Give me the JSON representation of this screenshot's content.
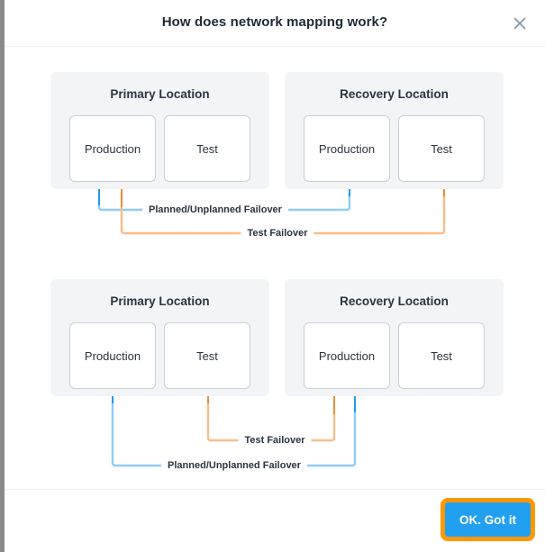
{
  "dialog": {
    "title": "How does network mapping work?",
    "close_icon": "close-icon"
  },
  "footer": {
    "ok_label": "OK. Got it"
  },
  "colors": {
    "blue_strong": "#1e9af0",
    "blue_light": "#8ecdf6",
    "orange_strong": "#f08a32",
    "orange_light": "#f8bd8a",
    "panel_bg": "#f3f4f6",
    "node_border": "#c9cfd8",
    "accent_button": "#21a0f0",
    "focus_ring": "#ff9800"
  },
  "diagrams": [
    {
      "id": "failover",
      "panels": [
        {
          "id": "primary",
          "title": "Primary Location",
          "nodes": [
            "Production",
            "Test"
          ]
        },
        {
          "id": "recovery",
          "title": "Recovery Location",
          "nodes": [
            "Production",
            "Test"
          ]
        }
      ],
      "connections": [
        {
          "label": "Planned/Unplanned Failover",
          "color": "blue",
          "from": "primary.Production",
          "to": "recovery.Production",
          "direction": "primary-to-recovery"
        },
        {
          "label": "Test Failover",
          "color": "orange",
          "from": "primary.Production",
          "to": "recovery.Test",
          "direction": "primary-to-recovery"
        }
      ]
    },
    {
      "id": "failback",
      "panels": [
        {
          "id": "primary",
          "title": "Primary Location",
          "nodes": [
            "Production",
            "Test"
          ]
        },
        {
          "id": "recovery",
          "title": "Recovery Location",
          "nodes": [
            "Production",
            "Test"
          ]
        }
      ],
      "connections": [
        {
          "label": "Test Failover",
          "color": "orange",
          "from": "recovery.Production",
          "to": "primary.Test",
          "direction": "recovery-to-primary"
        },
        {
          "label": "Planned/Unplanned Failover",
          "color": "blue",
          "from": "recovery.Production",
          "to": "primary.Production",
          "direction": "recovery-to-primary"
        }
      ]
    }
  ]
}
